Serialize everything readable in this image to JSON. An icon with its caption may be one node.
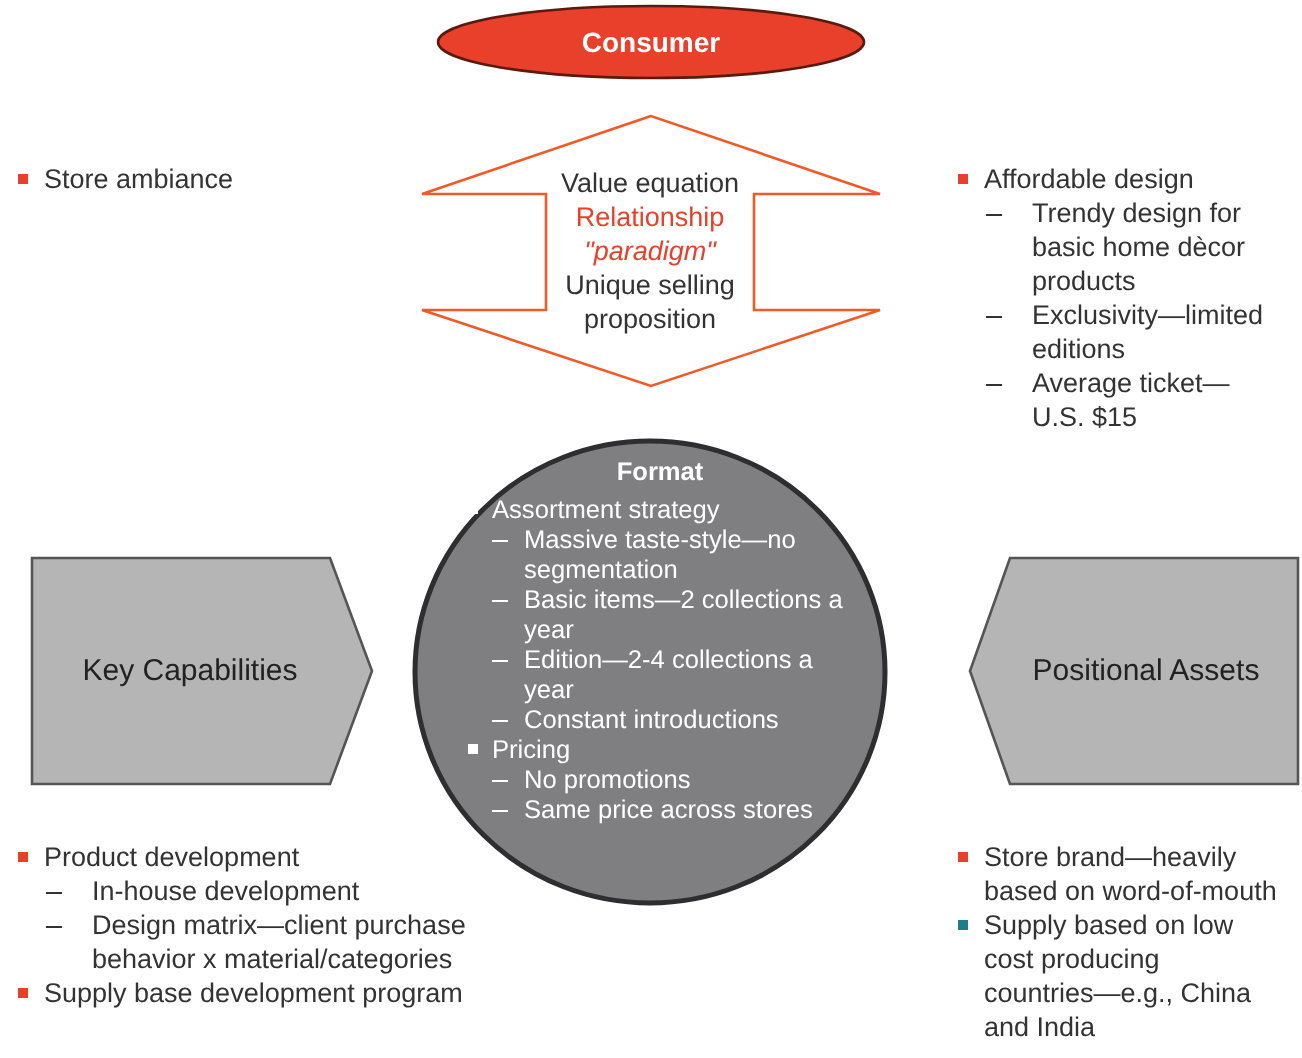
{
  "diagram": {
    "nodes": [
      {
        "text": [
          "Consumer"
        ]
      },
      {
        "text": [
          "Value equation",
          "Relationship *\"paradigm\"*",
          "Unique selling proposition"
        ]
      },
      {
        "text": [
          "Format",
          "Assortment strategy",
          "Massive taste-style—no segmentation",
          "Basic items—2 collections a year",
          "Edition—2-4 collections a year",
          "Constant introductions",
          "Pricing",
          "No promotions",
          "Same price across stores"
        ]
      },
      {
        "text": [
          "Key Capabilities"
        ]
      },
      {
        "text": [
          "Positional Assets"
        ]
      }
    ],
    "edges": [],
    "labels": [
      "Store ambiance",
      "Affordable design",
      "Trendy design for basic home dècor products",
      "Exclusivity—limited editions",
      "Average ticket—U.S. $15",
      "Product development",
      "In-house development",
      "Design matrix—client purchase behavior x material/categories",
      "Supply base development program",
      "Store brand—heavily based on word-of-mouth",
      "Supply based on low cost producing countries—e.g., China and India"
    ]
  }
}
